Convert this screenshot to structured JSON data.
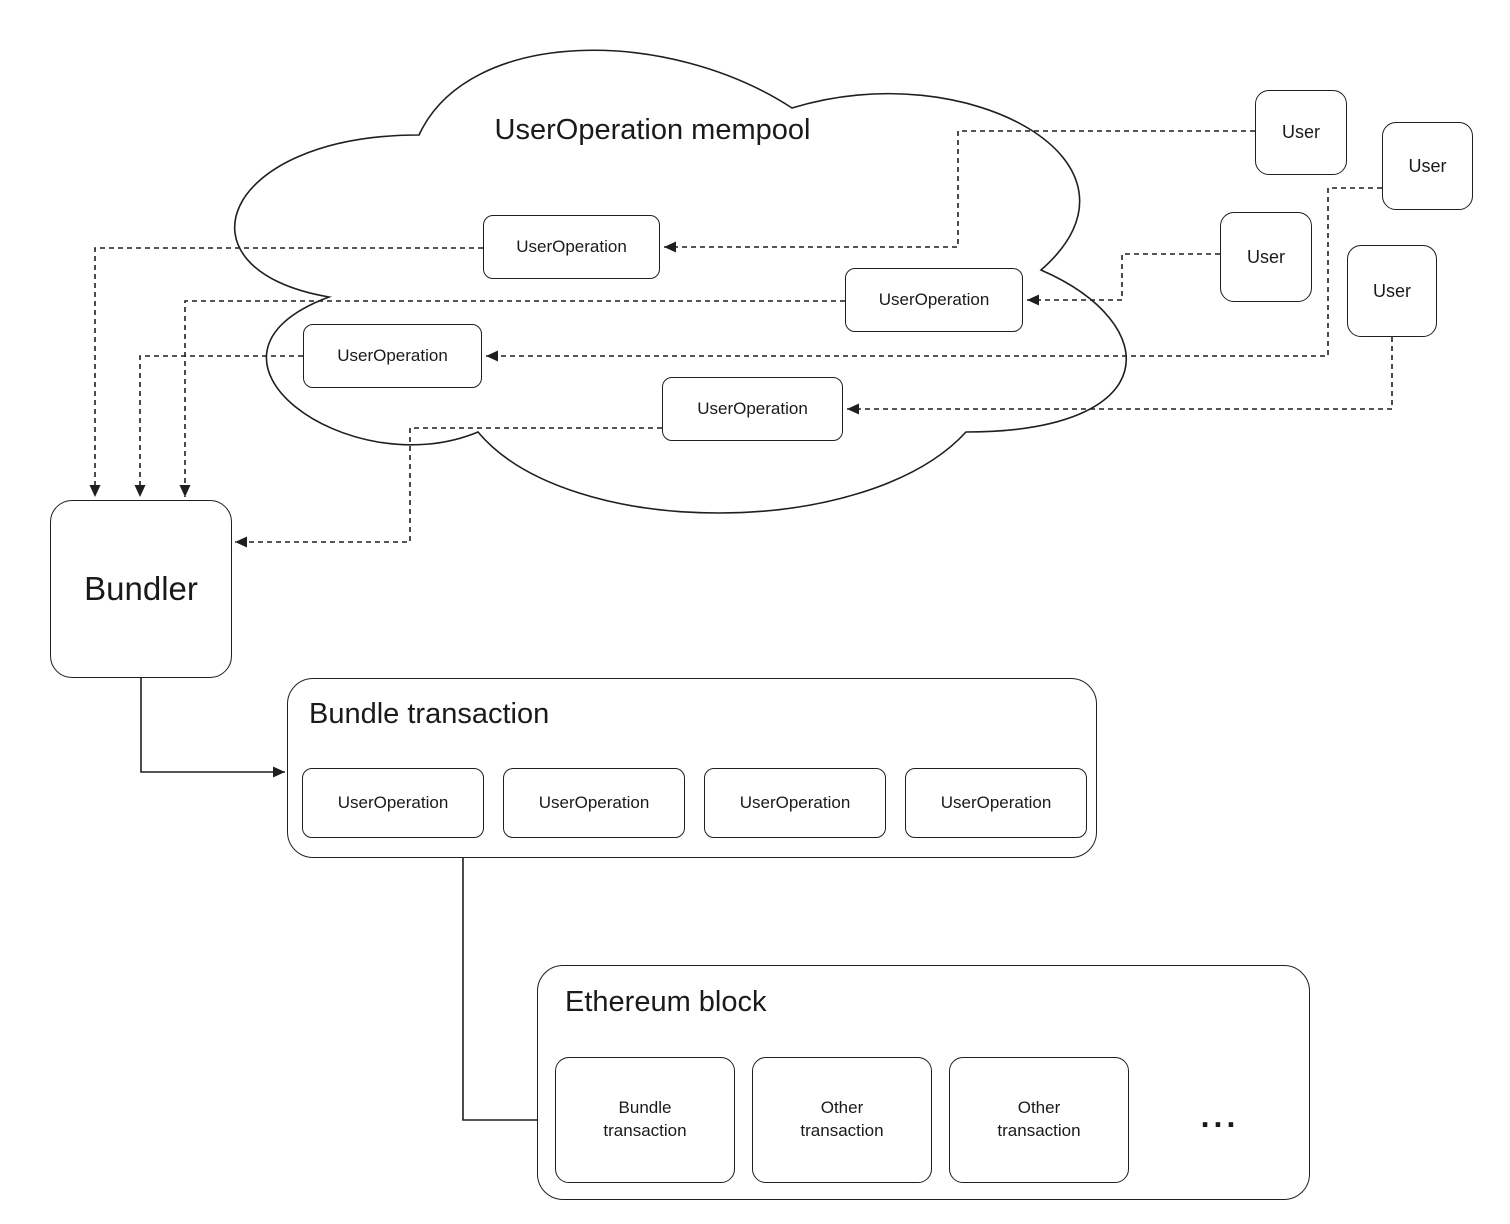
{
  "mempool": {
    "label": "UserOperation mempool",
    "userops": [
      {
        "label": "UserOperation"
      },
      {
        "label": "UserOperation"
      },
      {
        "label": "UserOperation"
      },
      {
        "label": "UserOperation"
      }
    ]
  },
  "users": [
    {
      "label": "User"
    },
    {
      "label": "User"
    },
    {
      "label": "User"
    },
    {
      "label": "User"
    }
  ],
  "bundler": {
    "label": "Bundler"
  },
  "bundle_transaction": {
    "label": "Bundle transaction",
    "userops": [
      {
        "label": "UserOperation"
      },
      {
        "label": "UserOperation"
      },
      {
        "label": "UserOperation"
      },
      {
        "label": "UserOperation"
      }
    ]
  },
  "ethereum_block": {
    "label": "Ethereum block",
    "transactions": [
      {
        "label": "Bundle transaction"
      },
      {
        "label": "Other transaction"
      },
      {
        "label": "Other transaction"
      }
    ],
    "more_indicator": "..."
  },
  "colors": {
    "stroke": "#1f1f1f",
    "text": "#1a1a1a",
    "background": "#ffffff"
  }
}
